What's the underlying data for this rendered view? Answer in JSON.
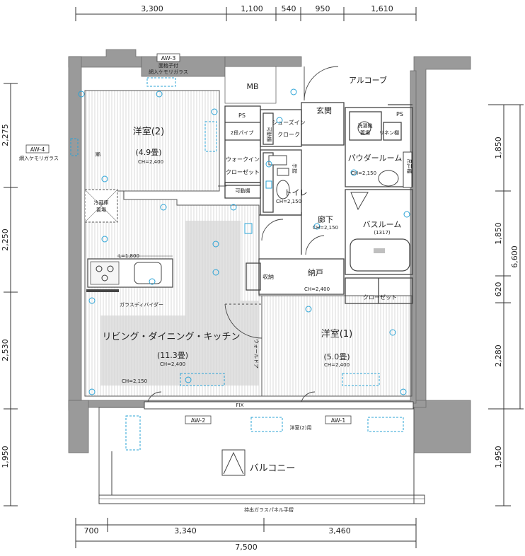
{
  "dimensions": {
    "top": [
      "3,300",
      "1,100",
      "540",
      "950",
      "1,610"
    ],
    "bottom_row1": [
      "700",
      "3,340",
      "3,460"
    ],
    "bottom_total": "7,500",
    "left": [
      "2,275",
      "2,250",
      "2,530",
      "1,950"
    ],
    "right_inner": [
      "1,850",
      "1,850",
      "620",
      "2,280",
      "1,950"
    ],
    "right_outer": "6,600"
  },
  "windows": {
    "aw3": "AW-3",
    "aw3_note1": "面格子付",
    "aw3_note2": "網入ケモリガラス",
    "aw4": "AW-4",
    "aw4_note": "網入ケモリガラス",
    "aw2": "AW-2",
    "aw1": "AW-1",
    "fix": "FIX"
  },
  "rooms": {
    "bedroom2": "洋室(2)",
    "bedroom2_size": "(4.9畳)",
    "bedroom2_ch": "CH=2,400",
    "ldk": "リビング・ダイニング・キッチン",
    "ldk_size": "(11.3畳)",
    "ldk_ch": "CH=2,400",
    "ldk_ch2": "CH=2,150",
    "bedroom1": "洋室(1)",
    "bedroom1_size": "(5.0畳)",
    "bedroom1_ch": "CH=2,400",
    "mb": "MB",
    "alcove": "アルコーブ",
    "entrance": "玄関",
    "ps1": "PS",
    "ps2": "PS",
    "pipe": "2段パイプ",
    "walkin": "ウォークイン",
    "closet": "クローゼット",
    "movable_shelf": "可動棚",
    "movable_shelf2": "可動棚",
    "shoes": "シューズイン",
    "shoes2": "クローク",
    "toilet": "トイレ",
    "toilet_ch": "CH=2,150",
    "hall": "廊下",
    "hall_ch": "CH=2,150",
    "storage": "収納",
    "nando": "納戸",
    "nando_ch": "CH=2,400",
    "washer": "洗濯機",
    "washer2": "置場",
    "linen": "リネン棚",
    "powder": "パウダールーム",
    "powder_ch": "CH=2,150",
    "bath": "バスルーム",
    "bath_size": "(1317)",
    "closet2": "クローゼット",
    "fridge": "冷蔵庫",
    "fridge2": "置場",
    "kitchen_len": "L=1,800",
    "glass_divider": "ガラスディバイダー",
    "balcony": "バルコニー",
    "handrail": "持出ガラスパネル手摺",
    "bedroom2_use": "洋室(2)用",
    "wall_door": "ウォールドア",
    "handrail_sm": "手摺",
    "shoe_shelf": "吊戸棚",
    "vanity_mirror": "鏡"
  }
}
